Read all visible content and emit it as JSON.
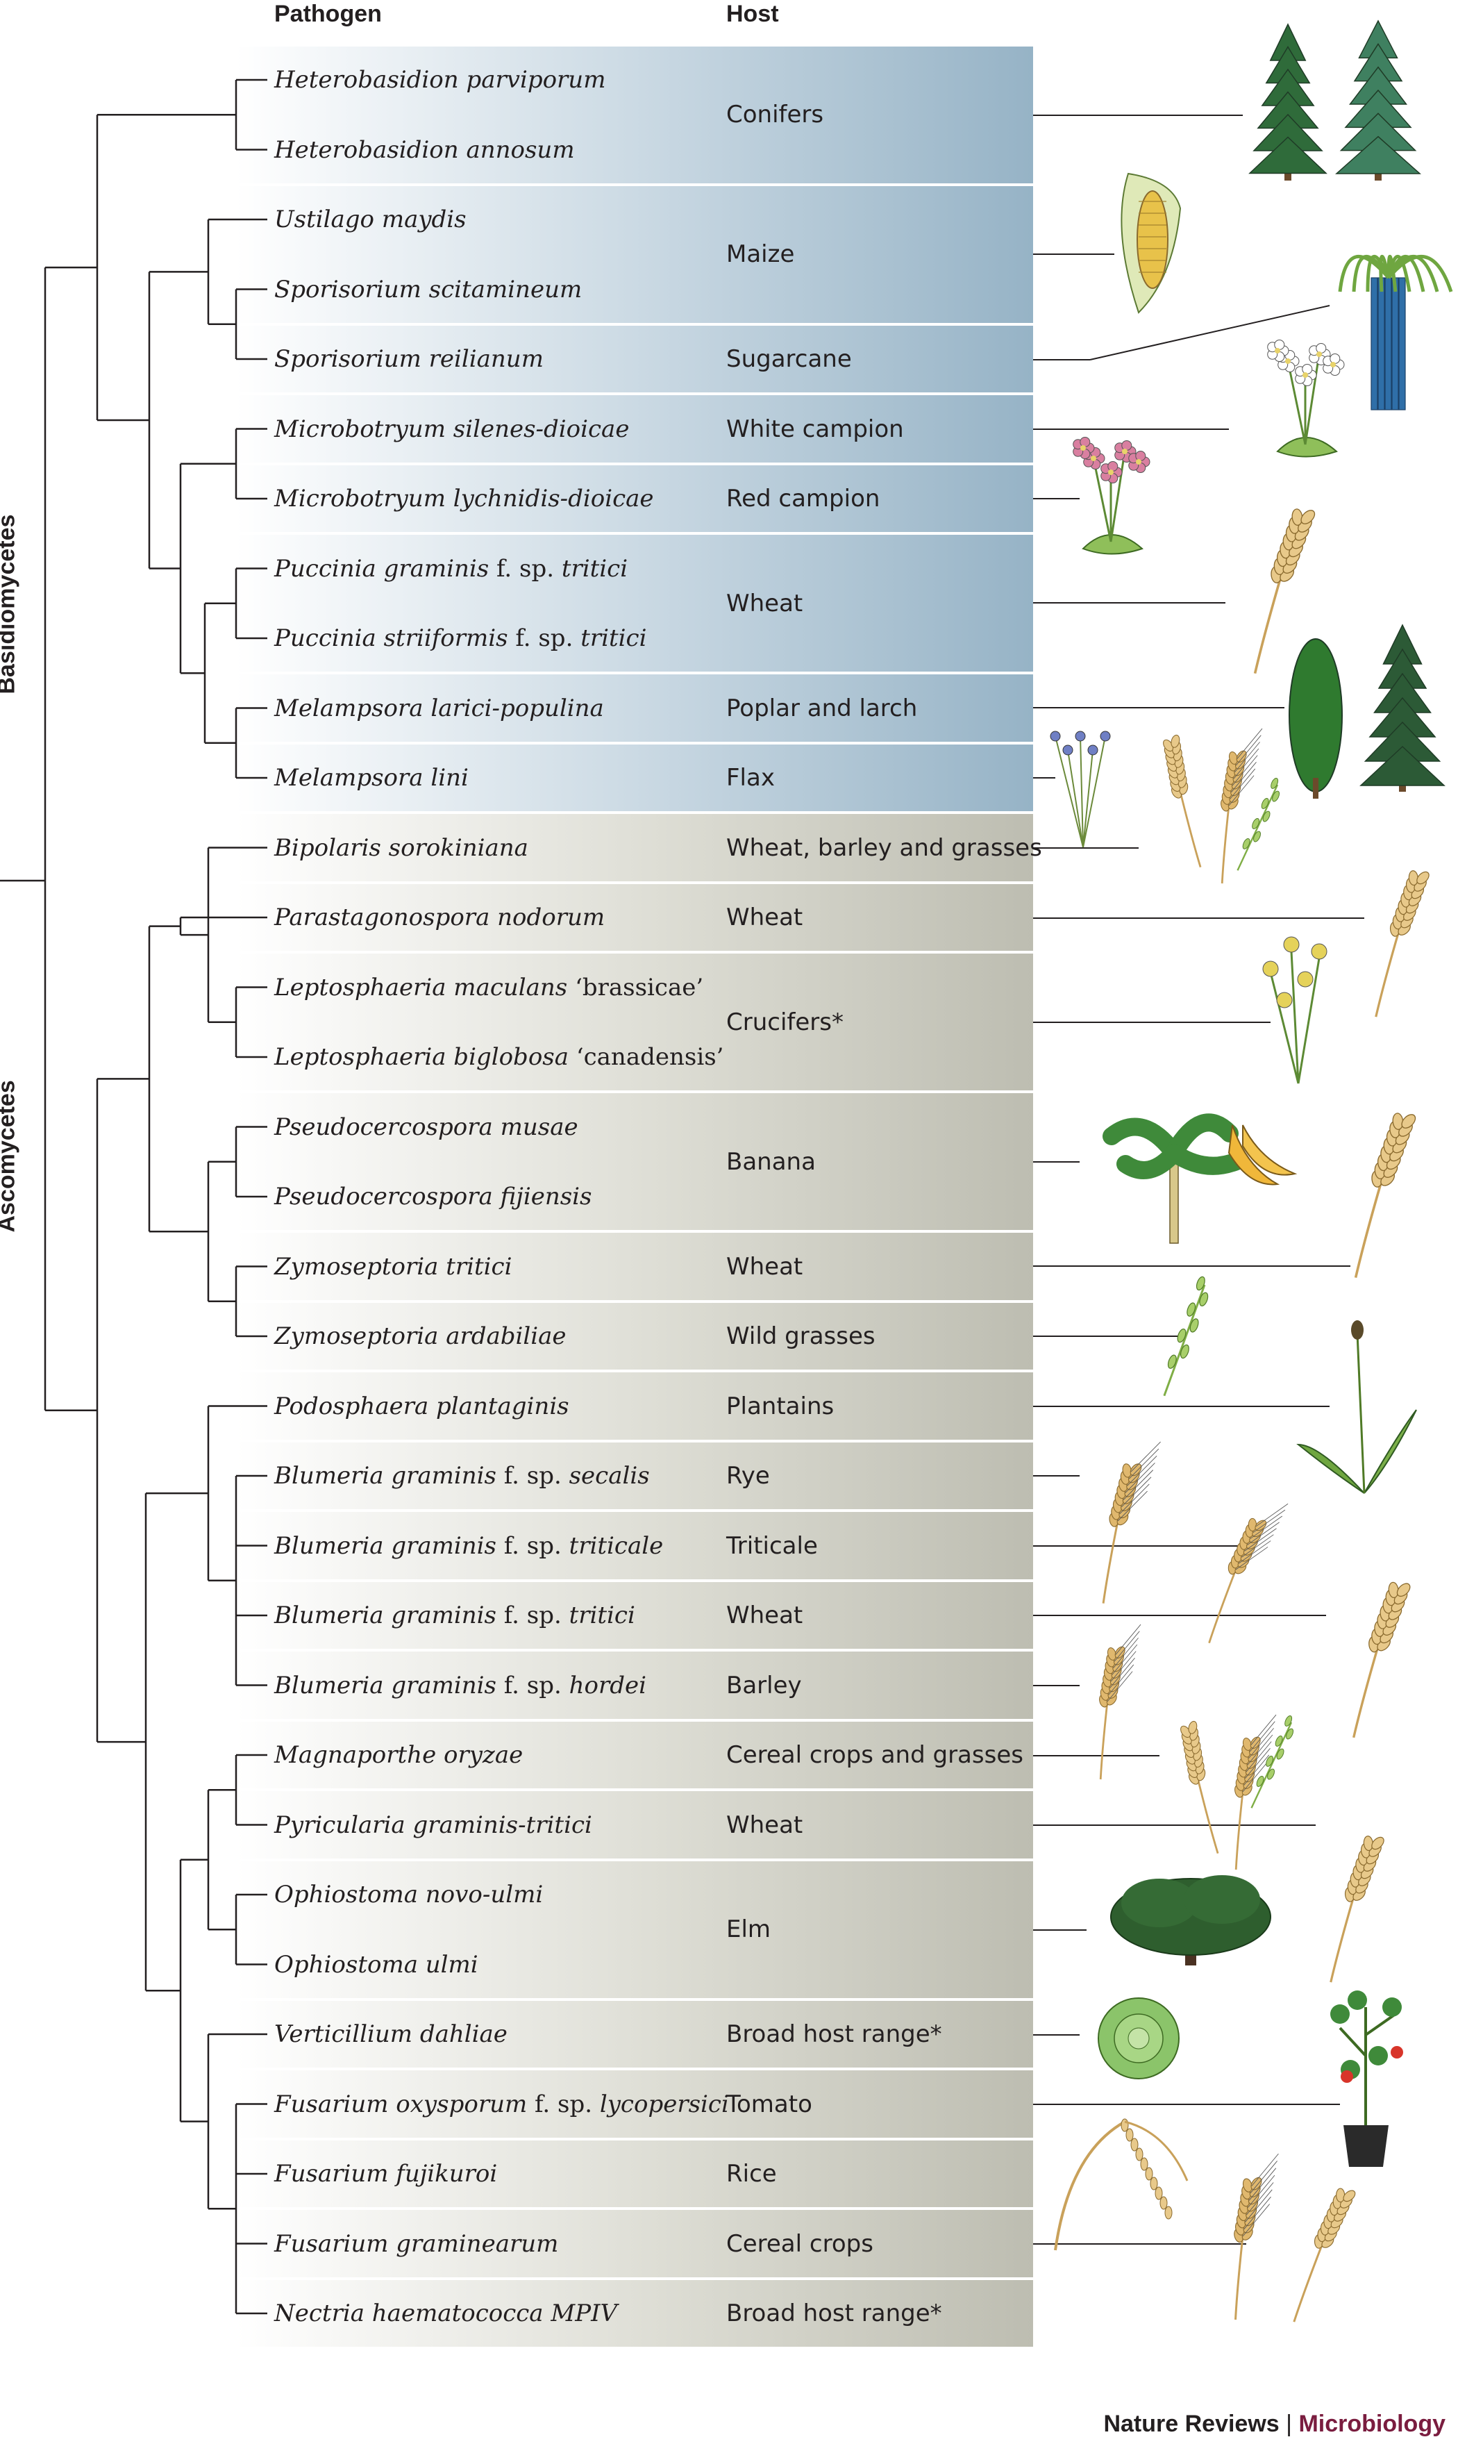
{
  "headers": {
    "pathogen": "Pathogen",
    "host": "Host"
  },
  "groups": {
    "basidiomycetes": "Basidiomycetes",
    "ascomycetes": "Ascomycetes"
  },
  "colors": {
    "basidio_band": "#96b3c6",
    "asco_band": "#bdbdb1",
    "brand": "#7a1d3f",
    "tree_line": "#231f20"
  },
  "pathogens": [
    {
      "name": "Heterobasidion parviporum"
    },
    {
      "name": "Heterobasidion annosum"
    },
    {
      "name": "Ustilago maydis"
    },
    {
      "name": "Sporisorium scitamineum"
    },
    {
      "name": "Sporisorium reilianum"
    },
    {
      "name": "Microbotryum silenes-dioicae"
    },
    {
      "name": "Microbotryum lychnidis-dioicae"
    },
    {
      "name": "Puccinia graminis f. sp. ",
      "italic2": "tritici"
    },
    {
      "name": "Puccinia  striiformis f. sp. ",
      "italic2": "tritici"
    },
    {
      "name": "Melampsora larici-populina"
    },
    {
      "name": "Melampsora lini"
    },
    {
      "name": "Bipolaris sorokiniana"
    },
    {
      "name": "Parastagonospora nodorum"
    },
    {
      "name": "Leptosphaeria maculans ",
      "suffix": "‘brassicae’"
    },
    {
      "name": "Leptosphaeria biglobosa ",
      "suffix": "‘canadensis’"
    },
    {
      "name": "Pseudocercospora musae"
    },
    {
      "name": "Pseudocercospora fijiensis"
    },
    {
      "name": "Zymoseptoria tritici"
    },
    {
      "name": "Zymoseptoria ardabiliae"
    },
    {
      "name": "Podosphaera plantaginis"
    },
    {
      "name": "Blumeria graminis f. sp. ",
      "italic2": "secalis"
    },
    {
      "name": "Blumeria graminis f. sp. ",
      "italic2": "triticale"
    },
    {
      "name": "Blumeria graminis f. sp. ",
      "italic2": "tritici"
    },
    {
      "name": "Blumeria graminis f. sp. ",
      "italic2": "hordei"
    },
    {
      "name": "Magnaporthe oryzae"
    },
    {
      "name": "Pyricularia graminis-tritici"
    },
    {
      "name": "Ophiostoma novo-ulmi"
    },
    {
      "name": "Ophiostoma ulmi"
    },
    {
      "name": "Verticillium dahliae"
    },
    {
      "name": "Fusarium oxysporum f. sp. ",
      "italic2": "lycopersici"
    },
    {
      "name": "Fusarium fujikuroi"
    },
    {
      "name": "Fusarium graminearum"
    },
    {
      "name": "Nectria haematococca MPIV"
    }
  ],
  "hosts": [
    {
      "label": "Conifers"
    },
    {
      "label": "Maize"
    },
    {
      "label": "Sugarcane"
    },
    {
      "label": "White campion"
    },
    {
      "label": "Red campion"
    },
    {
      "label": "Wheat"
    },
    {
      "label": "Poplar and larch"
    },
    {
      "label": "Flax"
    },
    {
      "label": "Wheat, barley and grasses"
    },
    {
      "label": "Wheat"
    },
    {
      "label": "Crucifers*"
    },
    {
      "label": "Banana"
    },
    {
      "label": "Wheat"
    },
    {
      "label": "Wild grasses"
    },
    {
      "label": "Plantains"
    },
    {
      "label": "Rye"
    },
    {
      "label": "Triticale"
    },
    {
      "label": "Wheat"
    },
    {
      "label": "Barley"
    },
    {
      "label": "Cereal crops and grasses"
    },
    {
      "label": "Wheat"
    },
    {
      "label": "Elm"
    },
    {
      "label": "Broad host range*"
    },
    {
      "label": "Tomato"
    },
    {
      "label": "Rice"
    },
    {
      "label": "Cereal crops"
    },
    {
      "label": "Broad host range*"
    }
  ],
  "footer": {
    "journal": "Nature Reviews",
    "divider": " | ",
    "section": "Microbiology"
  }
}
